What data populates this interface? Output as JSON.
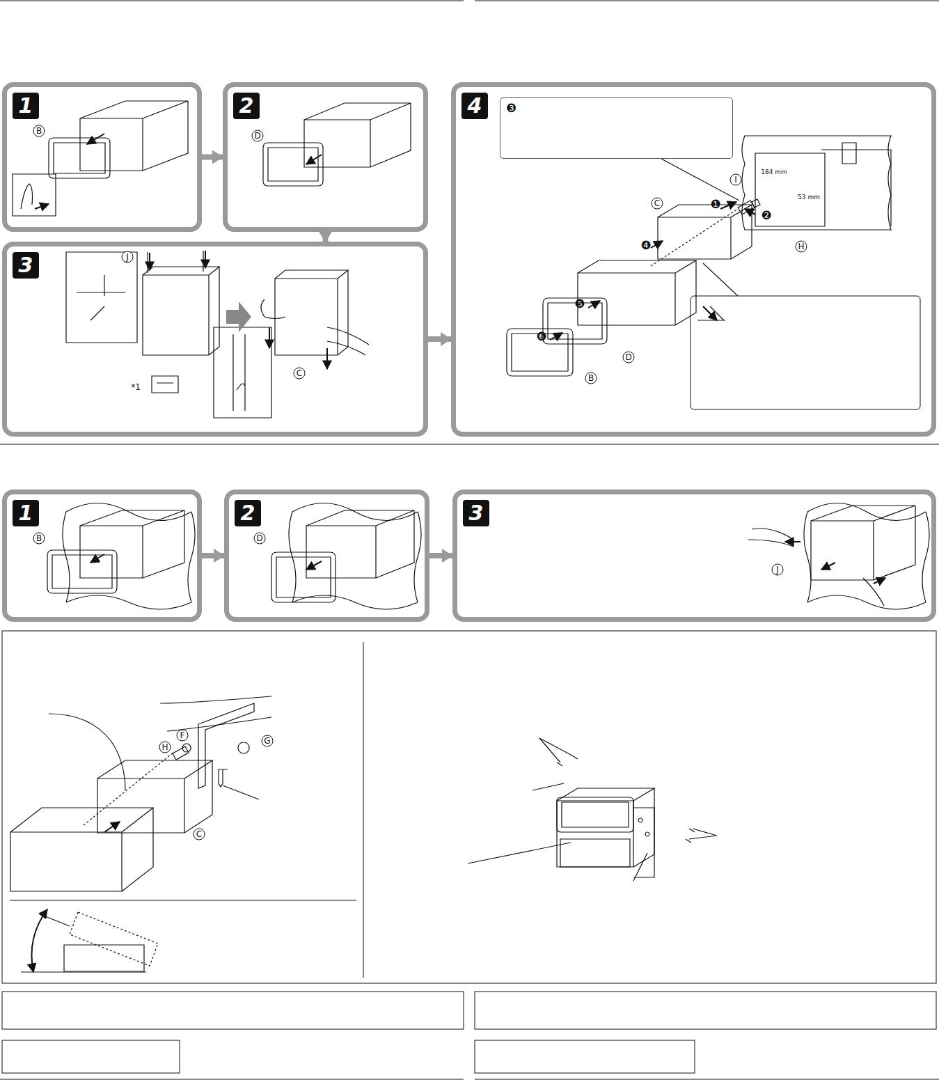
{
  "diagram": {
    "nodes": [
      {
        "text": [
          "1"
        ]
      },
      {
        "text": [
          "2"
        ]
      },
      {
        "text": [
          "3"
        ]
      },
      {
        "text": [
          "4"
        ]
      },
      {
        "text": [
          "❸"
        ],
        "in": 3
      },
      {
        "text": [
          "1"
        ]
      },
      {
        "text": [
          "2"
        ]
      },
      {
        "text": [
          "3"
        ]
      }
    ],
    "edges": [
      {
        "from": 0,
        "to": 1,
        "arrow": "to"
      },
      {
        "from": 1,
        "to": 2,
        "arrow": "to"
      },
      {
        "from": 2,
        "to": 3,
        "arrow": "to"
      },
      {
        "from": 5,
        "to": 6,
        "arrow": "to"
      },
      {
        "from": 6,
        "to": 7,
        "arrow": "to"
      }
    ],
    "labels": [
      "B",
      "D",
      "J",
      "*1",
      "C",
      "❶",
      "I",
      "❷",
      "C",
      "H",
      "❹",
      "❺",
      "❻",
      "D",
      "B",
      "184 mm",
      "53 mm",
      "B",
      "D",
      "J",
      "H",
      "F",
      "G",
      "C"
    ]
  }
}
